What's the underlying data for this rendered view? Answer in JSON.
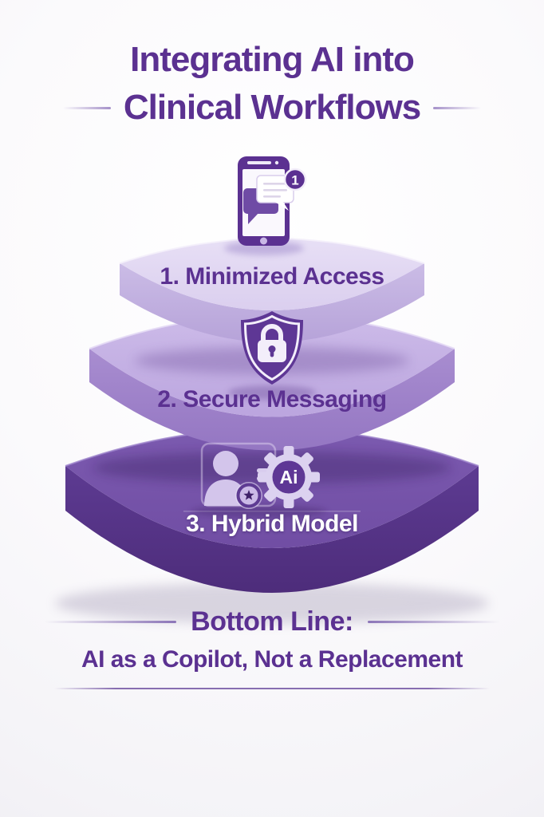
{
  "title": {
    "line1": "Integrating AI into",
    "line2": "Clinical Workflows"
  },
  "tiers": [
    {
      "label": "1. Minimized Access",
      "icon": "smartphone-chat-notification"
    },
    {
      "label": "2. Secure Messaging",
      "icon": "shield-lock"
    },
    {
      "label": "3. Hybrid Model",
      "icon": "clinician-plus-ai-gear"
    }
  ],
  "phone": {
    "badge_count": "1"
  },
  "hybrid": {
    "gear_label": "Ai"
  },
  "bottom": {
    "heading": "Bottom Line:",
    "subtext": "AI as a Copilot, Not a Replacement"
  },
  "colors": {
    "primary_purple": "#5b3191",
    "tier1_top": "#ebe4f7",
    "tier1_front": "#c8b9e4",
    "tier2_top": "#d0bfea",
    "tier2_front": "#a78ccf",
    "tier3_top": "#7a58ad",
    "tier3_front": "#5c3a91",
    "tier3_dark": "#45256f",
    "background": "#f7f6f9",
    "white": "#ffffff"
  }
}
